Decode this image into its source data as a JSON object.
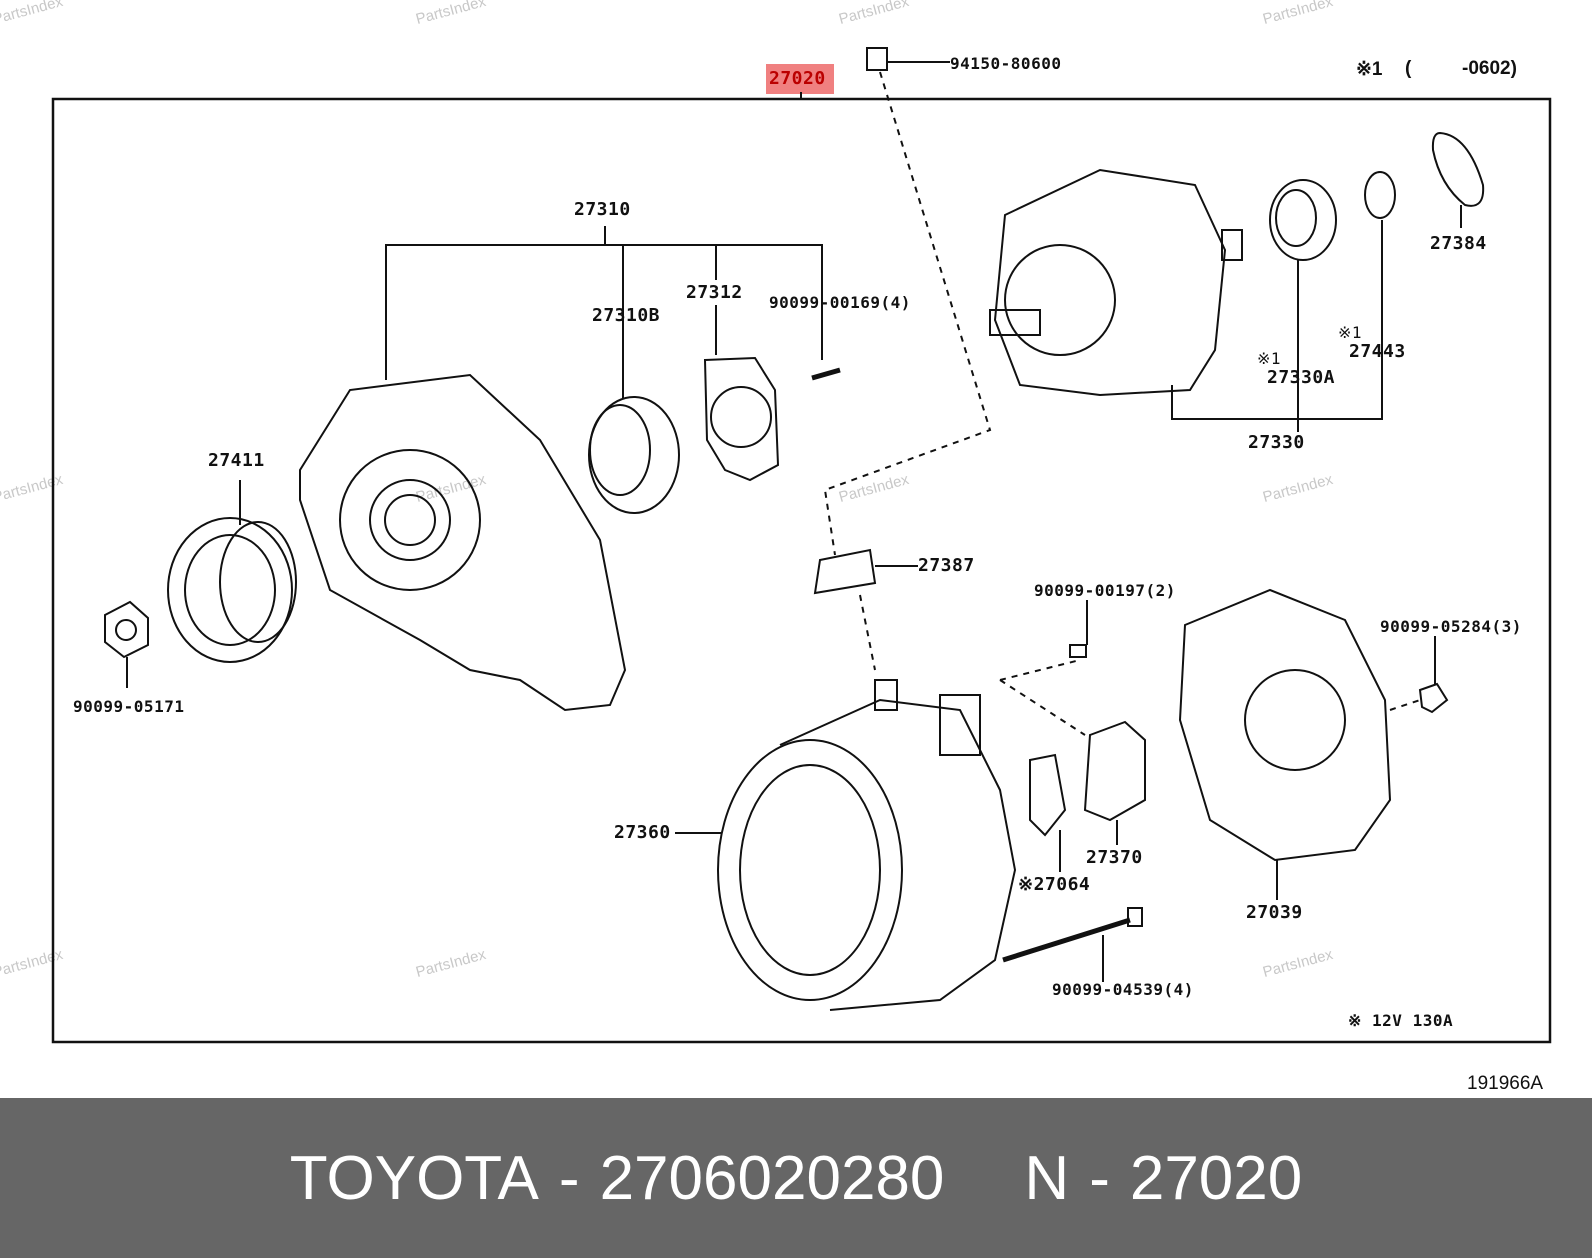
{
  "watermark": "PartsIndex",
  "highlighted_part": "27020",
  "top_note": {
    "mark": "※1",
    "paren_open": "(",
    "range_end": "-0602)"
  },
  "labels": {
    "p94150": "94150-80600",
    "p27310": "27310",
    "p27310B": "27310B",
    "p27312": "27312",
    "p90099_00169": "90099-00169(4)",
    "p27411": "27411",
    "p90099_05171": "90099-05171",
    "p27384": "27384",
    "p27443_mark": "※1",
    "p27443": "27443",
    "p27330A_mark": "※1",
    "p27330A": "27330A",
    "p27330": "27330",
    "p27387": "27387",
    "p90099_00197": "90099-00197(2)",
    "p90099_05284": "90099-05284(3)",
    "p27360": "27360",
    "p27370": "27370",
    "p27064": "※27064",
    "p27039": "27039",
    "p90099_04539": "90099-04539(4)",
    "spec_note": "※  12V  130A"
  },
  "diagram_id": "191966A",
  "footer": {
    "brand": "TOYOTA",
    "sep1": "-",
    "part_number": "2706020280",
    "n_prefix": "N",
    "sep2": "-",
    "n_code": "27020"
  }
}
